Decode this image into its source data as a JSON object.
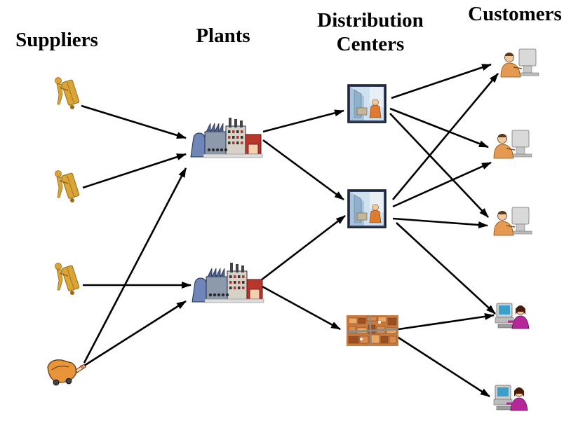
{
  "headings": {
    "suppliers": "Suppliers",
    "plants": "Plants",
    "distribution_centers": "Distribution\nCenters",
    "customers": "Customers"
  },
  "columns": [
    {
      "key": "suppliers",
      "nodes": [
        {
          "id": "s1",
          "icon": "supplier-worker-with-hand-truck-icon"
        },
        {
          "id": "s2",
          "icon": "supplier-worker-with-hand-truck-icon"
        },
        {
          "id": "s3",
          "icon": "supplier-worker-with-hand-truck-icon"
        },
        {
          "id": "s4",
          "icon": "supplier-orange-truck-icon"
        }
      ]
    },
    {
      "key": "plants",
      "nodes": [
        {
          "id": "p1",
          "icon": "factory-icon"
        },
        {
          "id": "p2",
          "icon": "factory-icon"
        }
      ]
    },
    {
      "key": "distribution_centers",
      "nodes": [
        {
          "id": "d1",
          "icon": "warehouse-worker-icon"
        },
        {
          "id": "d2",
          "icon": "warehouse-worker-icon"
        },
        {
          "id": "d3",
          "icon": "warehouse-aerial-icon"
        }
      ]
    },
    {
      "key": "customers",
      "nodes": [
        {
          "id": "c1",
          "icon": "customer-man-at-computer-icon"
        },
        {
          "id": "c2",
          "icon": "customer-man-at-computer-icon"
        },
        {
          "id": "c3",
          "icon": "customer-man-at-computer-icon"
        },
        {
          "id": "c4",
          "icon": "customer-woman-at-computer-icon"
        },
        {
          "id": "c5",
          "icon": "customer-woman-at-computer-icon"
        }
      ]
    }
  ],
  "edges": [
    {
      "from": "s1",
      "to": "p1"
    },
    {
      "from": "s2",
      "to": "p1"
    },
    {
      "from": "s3",
      "to": "p2"
    },
    {
      "from": "s4",
      "to": "p1"
    },
    {
      "from": "s4",
      "to": "p2"
    },
    {
      "from": "p1",
      "to": "d1"
    },
    {
      "from": "p1",
      "to": "d2"
    },
    {
      "from": "p2",
      "to": "d2"
    },
    {
      "from": "p2",
      "to": "d3"
    },
    {
      "from": "d1",
      "to": "c1"
    },
    {
      "from": "d1",
      "to": "c2"
    },
    {
      "from": "d1",
      "to": "c3"
    },
    {
      "from": "d2",
      "to": "c1"
    },
    {
      "from": "d2",
      "to": "c2"
    },
    {
      "from": "d2",
      "to": "c3"
    },
    {
      "from": "d2",
      "to": "c4"
    },
    {
      "from": "d3",
      "to": "c4"
    },
    {
      "from": "d3",
      "to": "c5"
    }
  ],
  "colors": {
    "arrow": "#000000",
    "supplier": "#d9a536",
    "supplier_dark": "#9a6a12",
    "truck": "#e8953a",
    "factory_blue": "#6f86b8",
    "factory_red": "#b8372d",
    "factory_gray": "#8c9aab",
    "warehouse_frame": "#2c3e66",
    "warehouse_ice": "#cfe0ee",
    "warehouse_orange": "#e07a2c",
    "skin": "#f0c8a0",
    "customer_shirt": "#e59a52",
    "monitor": "#d9d9d9",
    "woman_shirt": "#b4289a",
    "woman_screen": "#3aa0c8"
  }
}
